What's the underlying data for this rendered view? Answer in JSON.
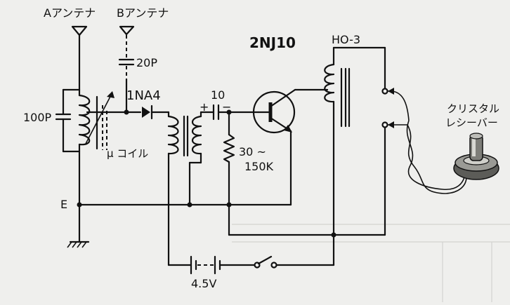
{
  "diagram": {
    "antenna_a": "Aアンテナ",
    "antenna_b": "Bアンテナ",
    "cap_20p": "20P",
    "cap_100p": "100P",
    "mu_coil": "μ コイル",
    "diode": "1NA4",
    "transistor": "2NJ10",
    "transformer": "HO-3",
    "coupling_cap_value": "10",
    "coupling_cap_plus": "+",
    "coupling_cap_minus": "−",
    "resistor_line1": "30 ~",
    "resistor_line2": "150K",
    "ground_label": "E",
    "battery": "4.5V",
    "receiver_line1": "クリスタル",
    "receiver_line2": "レシーバー"
  },
  "colors": {
    "ink": "#111111",
    "paper": "#efefed"
  }
}
